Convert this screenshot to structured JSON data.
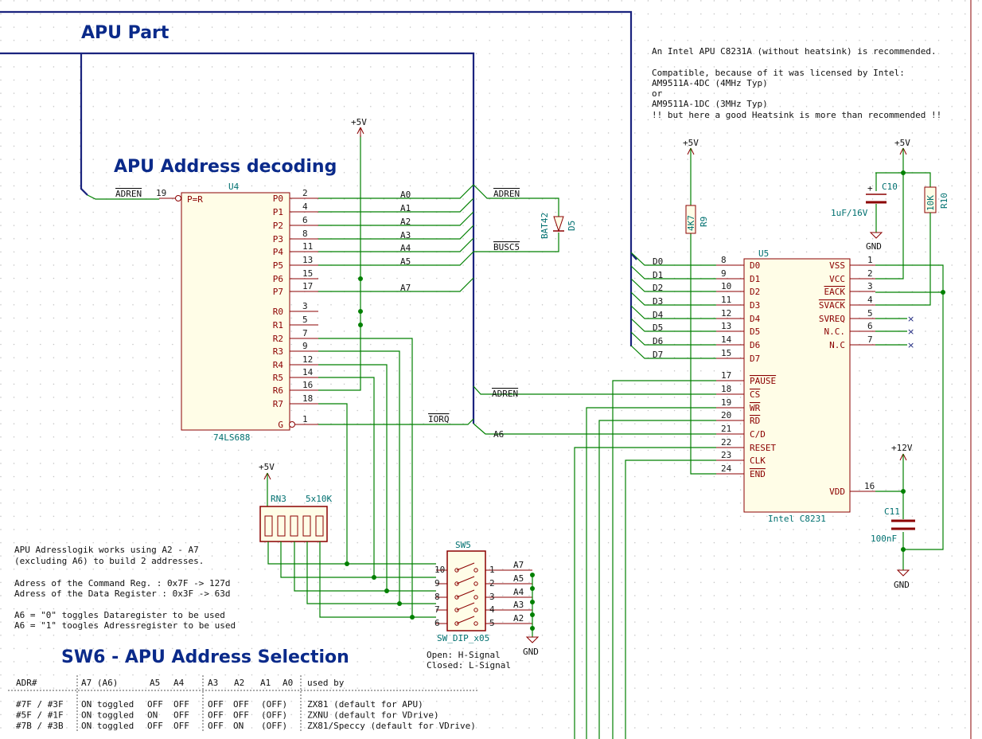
{
  "titles": {
    "apu_part": "APU Part",
    "decoding": "APU Address decoding",
    "sw6": "SW6 - APU Address Selection"
  },
  "notes_top": [
    "An Intel APU C8231A (without heatsink) is recommended.",
    "",
    "Compatible, because of it was licensed by Intel:",
    "AM9511A-4DC  (4MHz Typ)",
    "     or",
    "AM9511A-1DC  (3MHz Typ)",
    "!! but here a good Heatsink is more than recommended !!"
  ],
  "notes_left": [
    "APU Adresslogik works using A2 - A7",
    "(excluding A6) to build 2 addresses.",
    "",
    "Adress of the Command Reg. : 0x7F -> 127d",
    "Adress of the Data Register : 0x3F -> 63d",
    "",
    "A6 = \"0\" toggles Dataregister to be used",
    "A6 = \"1\" toogles Adressregister to be used"
  ],
  "sw_legend": [
    "Open:   H-Signal",
    "Closed: L-Signal"
  ],
  "power": {
    "p5v": "+5V",
    "p12v": "+12V",
    "gnd": "GND"
  },
  "u4": {
    "ref": "U4",
    "value": "74LS688",
    "p_eq_r": "P=R",
    "left_pin_num": "19",
    "left_net": "ADREN",
    "pins": [
      {
        "name": "P0",
        "num": "2",
        "net": "A0"
      },
      {
        "name": "P1",
        "num": "4",
        "net": "A1"
      },
      {
        "name": "P2",
        "num": "6",
        "net": "A2"
      },
      {
        "name": "P3",
        "num": "8",
        "net": "A3"
      },
      {
        "name": "P4",
        "num": "11",
        "net": "A4"
      },
      {
        "name": "P5",
        "num": "13",
        "net": "A5"
      },
      {
        "name": "P6",
        "num": "15",
        "net": ""
      },
      {
        "name": "P7",
        "num": "17",
        "net": "A7"
      },
      {
        "name": "R0",
        "num": "3",
        "net": ""
      },
      {
        "name": "R1",
        "num": "5",
        "net": ""
      },
      {
        "name": "R2",
        "num": "7",
        "net": ""
      },
      {
        "name": "R3",
        "num": "9",
        "net": ""
      },
      {
        "name": "R4",
        "num": "12",
        "net": ""
      },
      {
        "name": "R5",
        "num": "14",
        "net": ""
      },
      {
        "name": "R6",
        "num": "16",
        "net": ""
      },
      {
        "name": "R7",
        "num": "18",
        "net": ""
      },
      {
        "name": "G",
        "num": "1",
        "net": "IORQ"
      }
    ]
  },
  "d5": {
    "ref": "D5",
    "value": "BAT42",
    "net_top": "ADREN",
    "net_bottom": "BUSC5"
  },
  "r9": {
    "ref": "R9",
    "value": "4K7"
  },
  "r10": {
    "ref": "R10",
    "value": "10K"
  },
  "c10": {
    "ref": "C10",
    "value": "1uF/16V"
  },
  "c11": {
    "ref": "C11",
    "value": "100nF"
  },
  "rn3": {
    "ref": "RN3",
    "value": "5x10K"
  },
  "sw5": {
    "ref": "SW5",
    "value": "SW_DIP_x05",
    "left_nums": [
      "10",
      "9",
      "8",
      "7",
      "6"
    ],
    "right_nums": [
      "1",
      "2",
      "3",
      "4",
      "5"
    ],
    "nets": [
      "A7",
      "A5",
      "A4",
      "A3",
      "A2"
    ]
  },
  "u5": {
    "ref": "U5",
    "value": "Intel C8231",
    "data_pins": [
      {
        "name": "D0",
        "num": "8",
        "net": "D0"
      },
      {
        "name": "D1",
        "num": "9",
        "net": "D1"
      },
      {
        "name": "D2",
        "num": "10",
        "net": "D2"
      },
      {
        "name": "D3",
        "num": "11",
        "net": "D3"
      },
      {
        "name": "D4",
        "num": "12",
        "net": "D4"
      },
      {
        "name": "D5",
        "num": "13",
        "net": "D5"
      },
      {
        "name": "D6",
        "num": "14",
        "net": "D6"
      },
      {
        "name": "D7",
        "num": "15",
        "net": "D7"
      }
    ],
    "ctrl_pins": [
      {
        "name": "PAUSE",
        "num": "17",
        "net": ""
      },
      {
        "name": "CS",
        "num": "18",
        "net": "ADREN"
      },
      {
        "name": "WR",
        "num": "19",
        "net": ""
      },
      {
        "name": "RD",
        "num": "20",
        "net": ""
      },
      {
        "name": "C/D",
        "num": "21",
        "net": "A6"
      },
      {
        "name": "RESET",
        "num": "22",
        "net": ""
      },
      {
        "name": "CLK",
        "num": "23",
        "net": ""
      },
      {
        "name": "END",
        "num": "24",
        "net": ""
      }
    ],
    "right_pins": [
      {
        "name": "VSS",
        "num": "1"
      },
      {
        "name": "VCC",
        "num": "2"
      },
      {
        "name": "EACK",
        "num": "3"
      },
      {
        "name": "SVACK",
        "num": "4"
      },
      {
        "name": "SVREQ",
        "num": "5"
      },
      {
        "name": "N.C.",
        "num": "6"
      },
      {
        "name": "N.C",
        "num": "7"
      }
    ],
    "vdd": {
      "name": "VDD",
      "num": "16"
    }
  },
  "table": {
    "headers": [
      "ADR#",
      "A7  (A6)",
      "A5",
      "A4",
      "A3",
      "A2",
      "A1",
      "A0",
      "used by"
    ],
    "rows": [
      [
        "#7F / #3F",
        "ON toggled",
        "OFF",
        "OFF",
        "OFF",
        "OFF",
        "(OFF)",
        "",
        "ZX81 (default for APU)"
      ],
      [
        "#5F / #1F",
        "ON toggled",
        "ON",
        "OFF",
        "OFF",
        "OFF",
        "(OFF)",
        "",
        "ZXNU (default for VDrive)"
      ],
      [
        "#7B / #3B",
        "ON toggled",
        "OFF",
        "OFF",
        "OFF",
        "ON",
        "(OFF)",
        "",
        "ZX81/Speccy (default for VDrive)"
      ]
    ]
  }
}
